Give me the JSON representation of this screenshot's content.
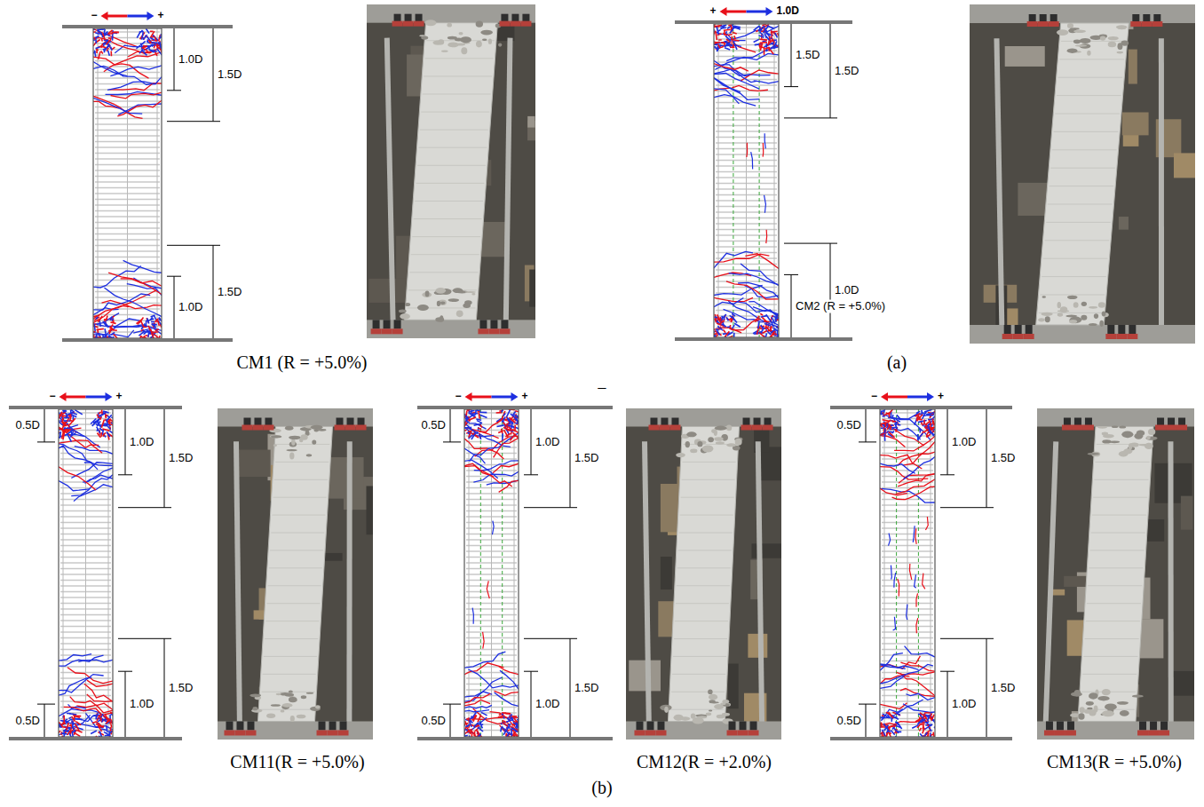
{
  "diagram": {
    "labels": [
      "−",
      "+",
      "1.0D",
      "1.5D",
      "1.5D",
      "1.0D",
      "CM1 (R = +5.0%)",
      "−",
      "+",
      "1.0D",
      "1.5D",
      "1.5D",
      "1.0D",
      "CM2 (R = +5.0%)",
      "(a)",
      "−",
      "+",
      "0.5D",
      "1.0D",
      "1.5D",
      "1.5D",
      "0.5D",
      "1.0D",
      "CM11(R = +5.0%)",
      "−",
      "+",
      "0.5D",
      "1.0D",
      "1.5D",
      "1.5D",
      "0.5D",
      "1.0D",
      "CM12(R = +2.0%)",
      "−",
      "+",
      "0.5D",
      "1.0D",
      "1.5D",
      "1.5D",
      "0.5D",
      "1.0D",
      "CM13(R = +5.0%)",
      "(b)"
    ]
  }
}
